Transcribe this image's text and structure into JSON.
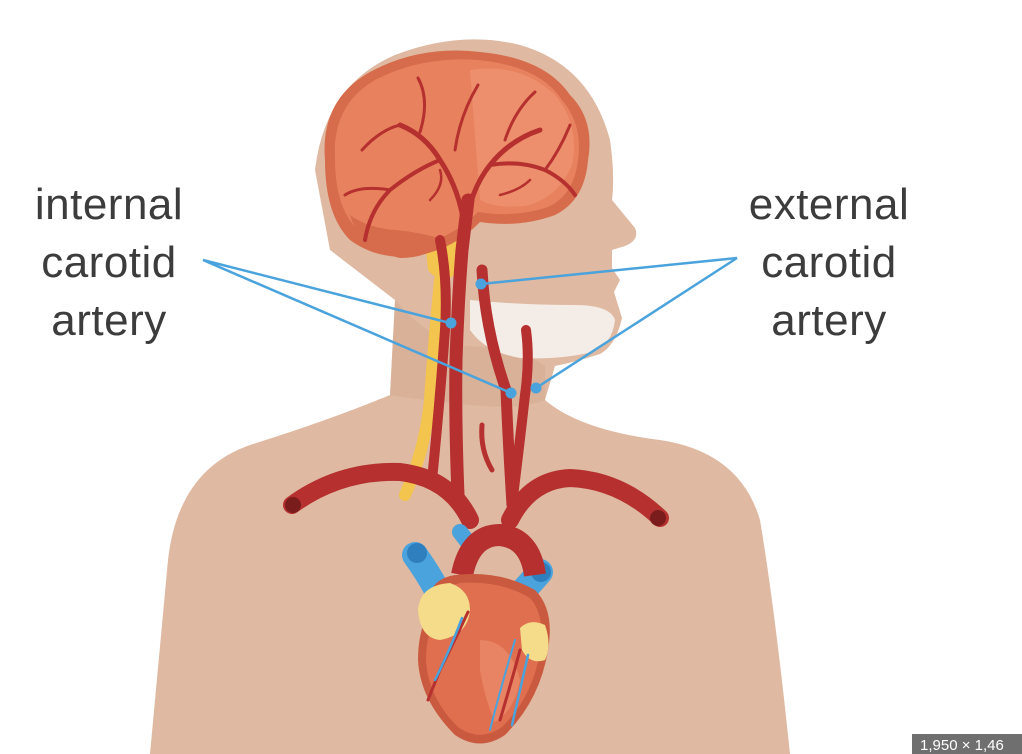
{
  "labels": {
    "internal": [
      "internal",
      "carotid",
      "artery"
    ],
    "external": [
      "external",
      "carotid",
      "artery"
    ]
  },
  "image_size_badge": "1,950 × 1,46",
  "colors": {
    "skin": "#dfb9a1",
    "skin_shadow": "#d3a98f",
    "brain": "#e8825e",
    "brain_dark": "#d66c4b",
    "artery": "#b5302e",
    "vein": "#4aa3dc",
    "nerve": "#f3c44e",
    "callout_line": "#4aa3dc",
    "label_text": "#3c3c3c",
    "heart": "#e06f4f",
    "fat": "#f5dc8a",
    "jaw_highlight": "#f4ece6"
  },
  "icons": [
    "brain-icon",
    "heart-icon",
    "body-silhouette-icon"
  ]
}
